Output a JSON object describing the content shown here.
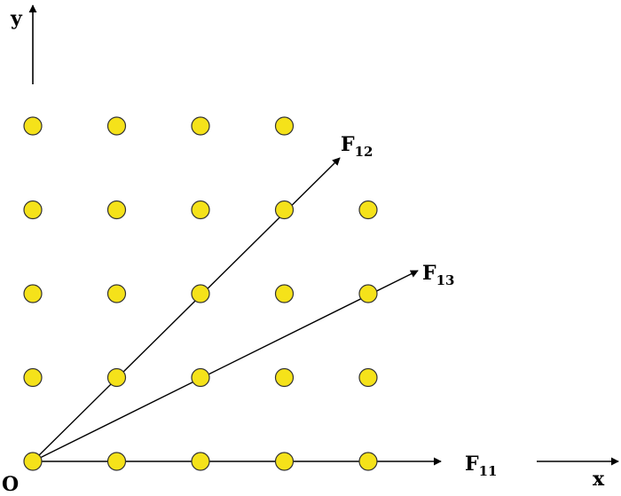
{
  "axes": {
    "x_label": "x",
    "y_label": "y",
    "origin_label": "O"
  },
  "lattice": {
    "dot_color": "#f5e21a",
    "dot_stroke": "#333333",
    "dots": [
      [
        0,
        0
      ],
      [
        1,
        0
      ],
      [
        2,
        0
      ],
      [
        3,
        0
      ],
      [
        4,
        0
      ],
      [
        0,
        1
      ],
      [
        1,
        1
      ],
      [
        2,
        1
      ],
      [
        3,
        1
      ],
      [
        4,
        1
      ],
      [
        0,
        2
      ],
      [
        1,
        2
      ],
      [
        2,
        2
      ],
      [
        3,
        2
      ],
      [
        4,
        2
      ],
      [
        0,
        3
      ],
      [
        1,
        3
      ],
      [
        2,
        3
      ],
      [
        3,
        3
      ],
      [
        4,
        3
      ],
      [
        0,
        4
      ],
      [
        1,
        4
      ],
      [
        2,
        4
      ],
      [
        3,
        4
      ]
    ]
  },
  "vectors": [
    {
      "name": "F",
      "sub": "11",
      "direction": [
        1,
        0
      ]
    },
    {
      "name": "F",
      "sub": "12",
      "direction": [
        1,
        1
      ]
    },
    {
      "name": "F",
      "sub": "13",
      "direction": [
        2,
        1
      ]
    }
  ]
}
